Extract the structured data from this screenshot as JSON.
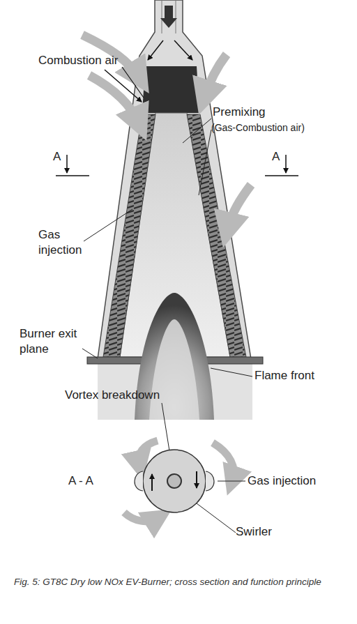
{
  "diagram": {
    "caption": "Fig. 5: GT8C Dry low NOx EV-Burner; cross section and function principle",
    "labels": [
      "Combustion air",
      "Premixing",
      "(Gas-Combustion air)",
      "A",
      "A",
      "Gas injection",
      "Burner exit plane",
      "Flame front",
      "Vortex breakdown",
      "A - A",
      "Gas injection",
      "Swirler"
    ]
  }
}
